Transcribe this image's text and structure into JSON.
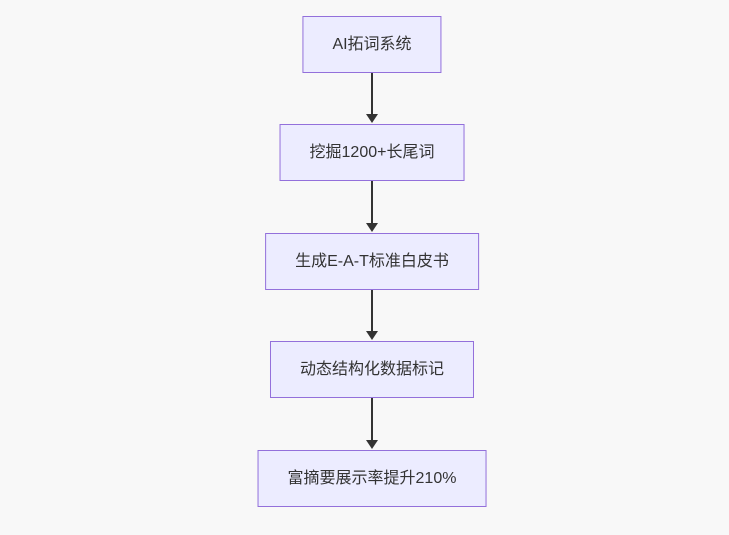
{
  "diagram": {
    "type": "flowchart-vertical",
    "background_color": "#f8f8f8",
    "node_fill_color": "#ECECFF",
    "node_border_color": "#9370DB",
    "node_text_color": "#333333",
    "arrow_color": "#333333",
    "steps": [
      {
        "label": "AI拓词系统"
      },
      {
        "label": "挖掘1200+长尾词"
      },
      {
        "label": "生成E-A-T标准白皮书"
      },
      {
        "label": "动态结构化数据标记"
      },
      {
        "label": "富摘要展示率提升210%"
      }
    ]
  }
}
